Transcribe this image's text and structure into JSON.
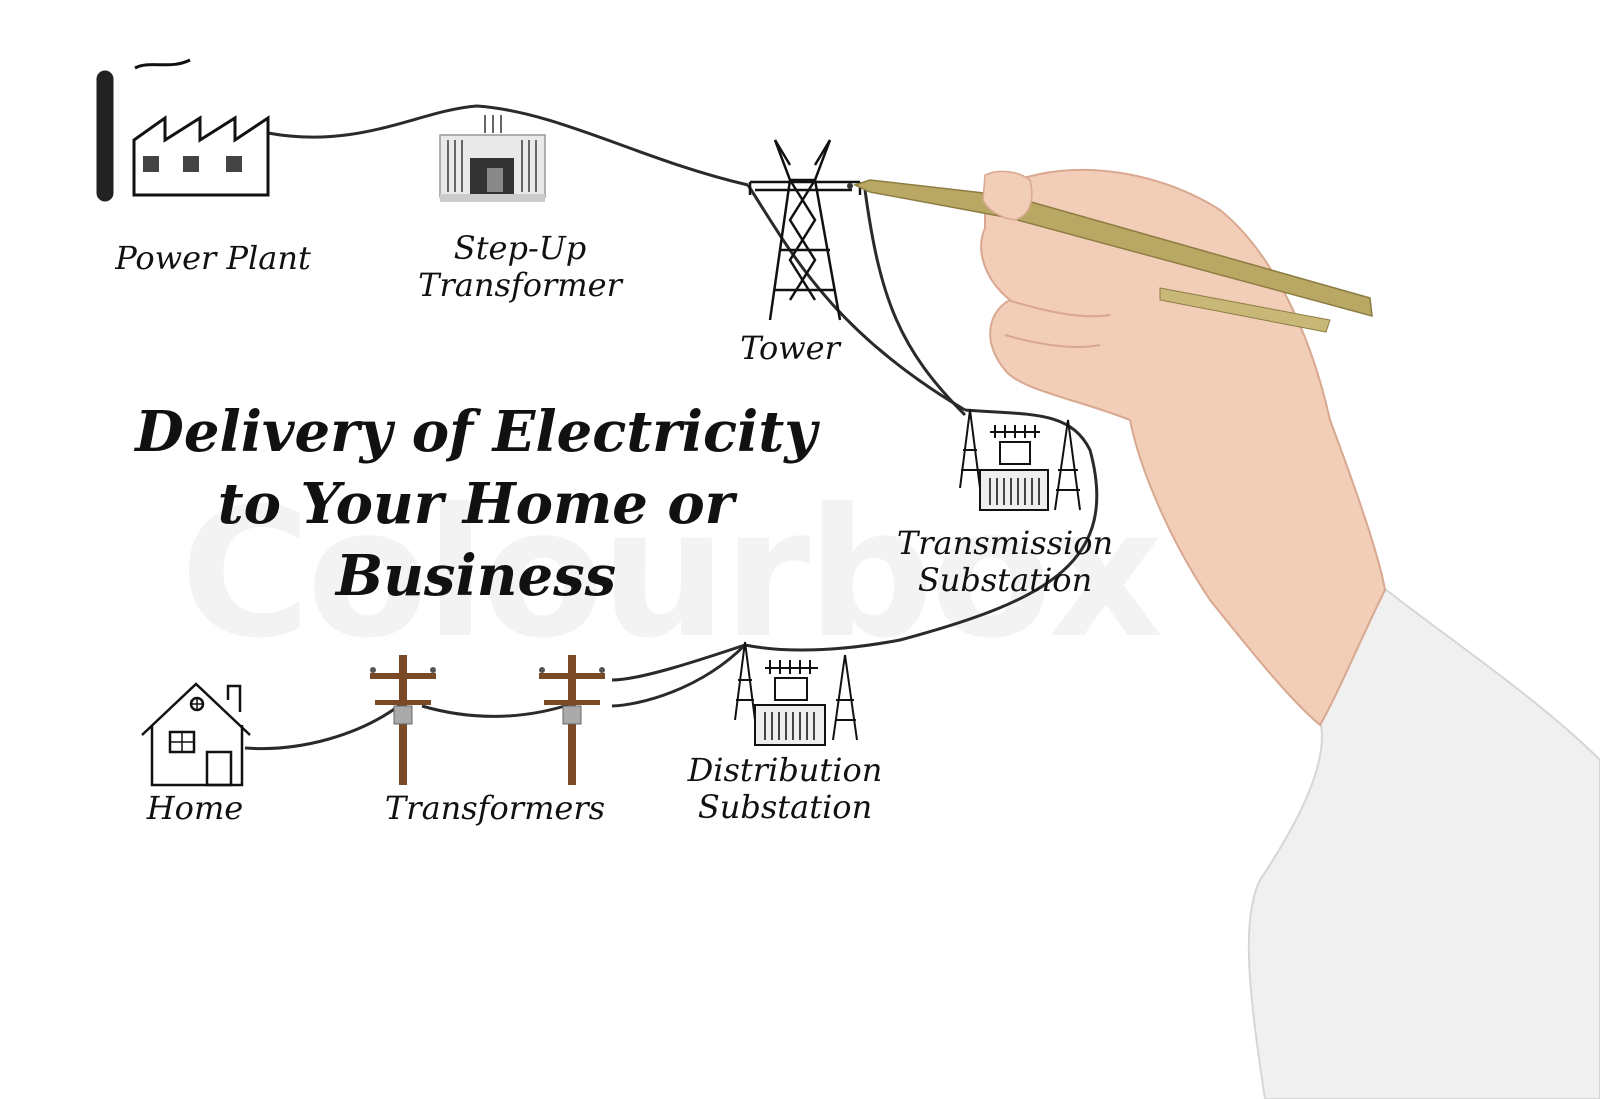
{
  "title": {
    "line1": "Delivery of Electricity",
    "line2": "to Your Home or Business"
  },
  "watermark": "Colourbox",
  "nodes": {
    "power_plant": "Power Plant",
    "step_up_line1": "Step-Up",
    "step_up_line2": "Transformer",
    "tower": "Tower",
    "transmission_line1": "Transmission",
    "transmission_line2": "Substation",
    "distribution_line1": "Distribution",
    "distribution_line2": "Substation",
    "transformers": "Transformers",
    "home": "Home"
  },
  "icons": [
    "factory-icon",
    "step-up-transformer-icon",
    "tower-icon",
    "substation-icon",
    "utility-pole-icon",
    "house-icon",
    "hand-icon",
    "pen-icon"
  ],
  "colors": {
    "ink": "#111111",
    "pole": "#7a4a26",
    "pen": "#b9a764",
    "skin": "#f0c9b3",
    "sleeve": "#f2f2f2"
  }
}
